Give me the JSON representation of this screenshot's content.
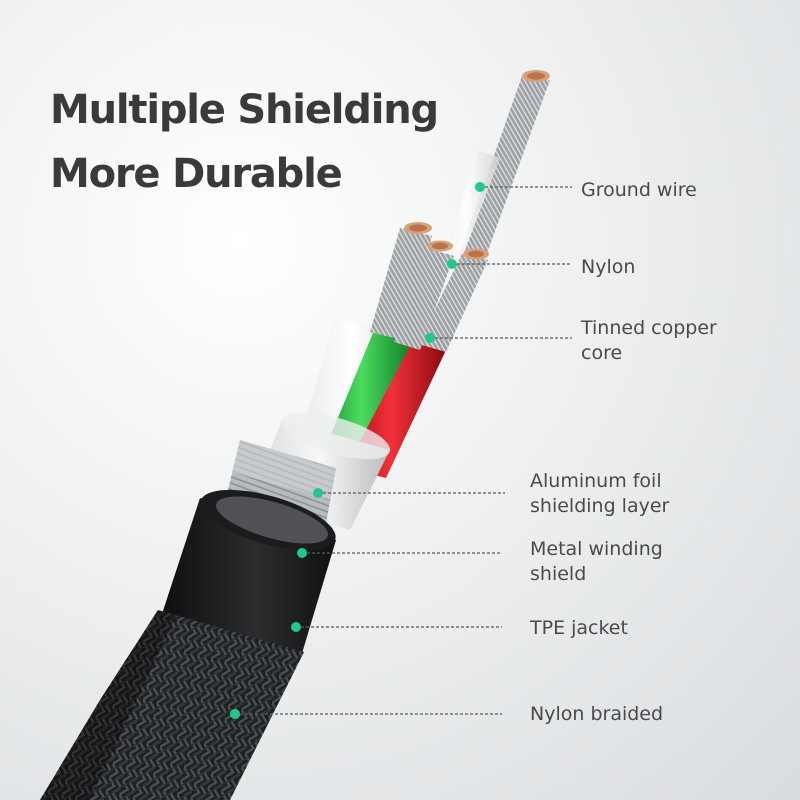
{
  "headline": {
    "line1": "Multiple Shielding",
    "line2": "More Durable"
  },
  "accent_color": "#1fc98a",
  "layers": [
    {
      "id": "ground-wire",
      "lines": [
        "Ground wire"
      ]
    },
    {
      "id": "nylon",
      "lines": [
        "Nylon"
      ]
    },
    {
      "id": "tinned-copper-core",
      "lines": [
        "Tinned copper",
        "core"
      ]
    },
    {
      "id": "aluminum-foil-shielding-layer",
      "lines": [
        "Aluminum foil",
        "shielding layer"
      ]
    },
    {
      "id": "metal-winding-shield",
      "lines": [
        "Metal winding",
        "shield"
      ]
    },
    {
      "id": "tpe-jacket",
      "lines": [
        "TPE jacket"
      ]
    },
    {
      "id": "nylon-braided",
      "lines": [
        "Nylon braided"
      ]
    }
  ]
}
